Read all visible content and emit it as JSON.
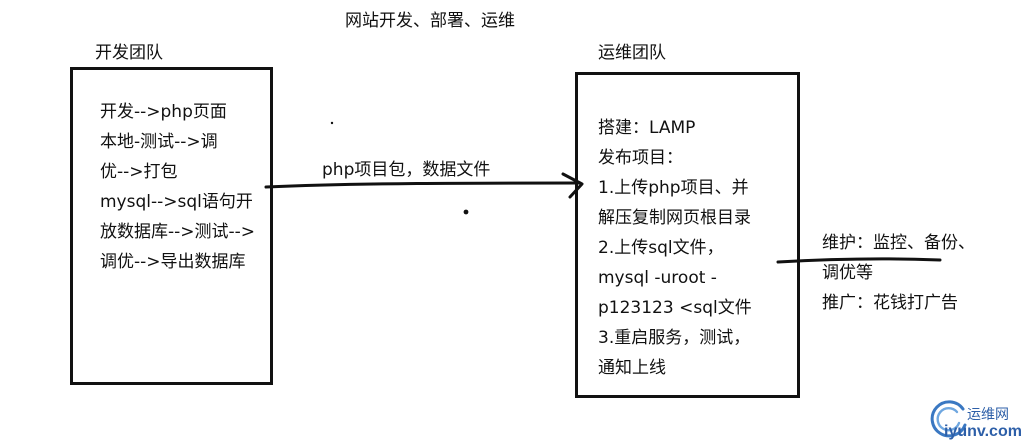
{
  "title": "网站开发、部署、运维",
  "dev": {
    "label": "开发团队",
    "lines": [
      "开发-->php页面",
      "本地-测试-->调",
      "优-->打包",
      "mysql-->sql语句开",
      "放数据库-->测试-->",
      "调优-->导出数据库"
    ]
  },
  "ops": {
    "label": "运维团队",
    "lines": [
      "搭建：LAMP",
      "发布项目：",
      "1.上传php项目、并",
      "解压复制网页根目录",
      "2.上传sql文件，",
      "mysql -uroot -",
      "p123123 <sql文件",
      "3.重启服务，测试，",
      "通知上线"
    ]
  },
  "arrow_label": "php项目包，数据文件",
  "side_notes": [
    "维护：监控、备份、",
    "调优等",
    "推广：花钱打广告"
  ],
  "watermark": {
    "cn": "运维网",
    "en": "iyunv.com"
  },
  "colors": {
    "ink": "#111111",
    "watermark": "#2d5fa8"
  }
}
